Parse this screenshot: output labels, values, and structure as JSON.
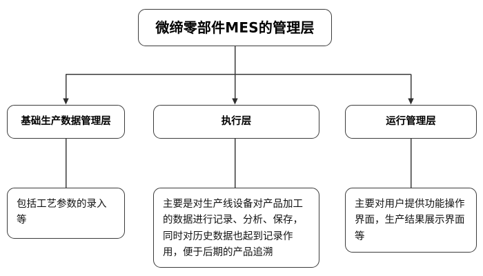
{
  "diagram": {
    "title_node": {
      "text": "微缔零部件MES的管理层"
    },
    "layers": [
      {
        "name": "基础生产数据管理层",
        "description": "包括工艺参数的录入等"
      },
      {
        "name": "执行层",
        "description": "主要是对生产线设备对产品加工的数据进行记录、分析、保存，同时对历史数据也起到记录作用，便于后期的产品追溯"
      },
      {
        "name": "运行管理层",
        "description": "主要对用户提供功能操作界面，生产结果展示界面等"
      }
    ],
    "style": {
      "line_color": "#3a3a3a",
      "box_border_color": "#3a3a3a",
      "background_color": "#ffffff",
      "text_color": "#000000"
    }
  }
}
